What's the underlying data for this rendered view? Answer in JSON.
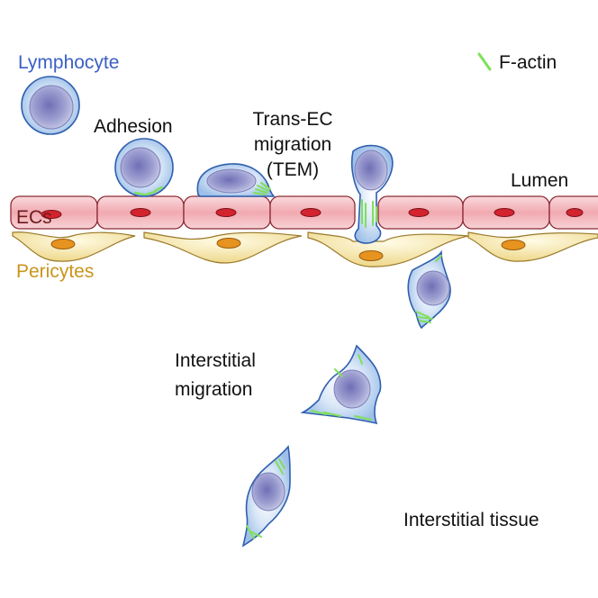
{
  "labels": {
    "lymphocyte": "Lymphocyte",
    "factin": "F-actin",
    "adhesion": "Adhesion",
    "tem_line1": "Trans-EC",
    "tem_line2": "migration",
    "tem_line3": "(TEM)",
    "lumen": "Lumen",
    "ecs": "ECs",
    "pericytes": "Pericytes",
    "interstitial_migration_line1": "Interstitial",
    "interstitial_migration_line2": "migration",
    "interstitial_tissue": "Interstitial tissue"
  },
  "colors": {
    "lymphocyte_label": "#3b5fc4",
    "cell_body": "#b5d0ef",
    "cell_outline": "#2f5fae",
    "nucleus": "#8e90c8",
    "factin": "#7ee05a",
    "endothelial_cell": "#f2b8be",
    "endothelial_outline": "#8a2a34",
    "ec_nucleus": "#d3232e",
    "pericyte": "#f5e6ad",
    "pericyte_outline": "#9b7a2a",
    "pericyte_nucleus": "#e79320",
    "pericytes_label": "#c9951c"
  },
  "icons": {
    "factin_legend": "green-line-segment"
  }
}
